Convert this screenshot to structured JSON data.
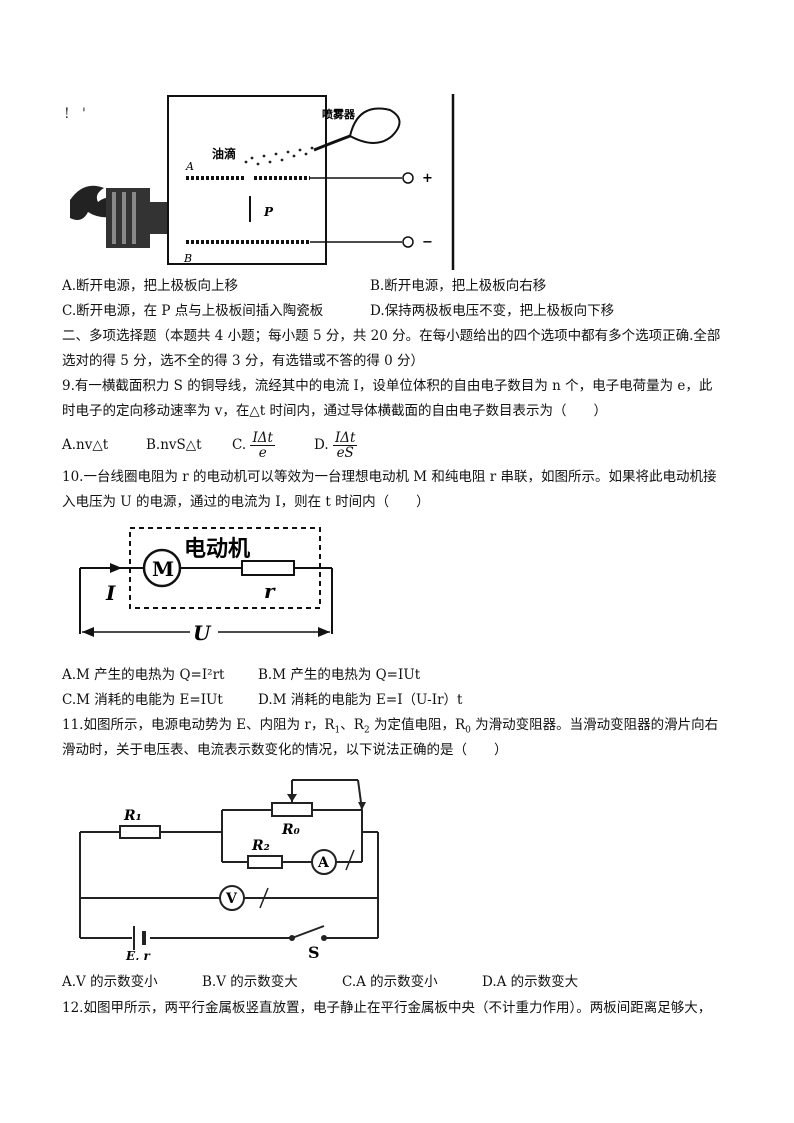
{
  "fig1": {
    "label_sprayer": "喷雾器",
    "label_oil": "油滴",
    "label_a": "A",
    "label_b": "B",
    "label_p": "P",
    "label_plus": "+",
    "label_minus": "−"
  },
  "q8_options": {
    "a": "A.断开电源，把上极板向上移",
    "b": "B.断开电源，把上极板向右移",
    "c": "C.断开电源，在 P 点与上极板间插入陶瓷板",
    "d": "D.保持两极板电压不变，把上极板向下移"
  },
  "section2": {
    "line1": "二、多项选择题（本题共 4 小题；每小题 5 分，共 20 分。在每小题给出的四个选项中都有多个选项正确.全部",
    "line2": "选对的得 5 分，选不全的得 3 分，有选错或不答的得 0 分）"
  },
  "q9": {
    "line1": "9.有一横截面积力 S 的铜导线，流经其中的电流 I，设单位体积的自由电子数目为 n 个，电子电荷量为 e，此",
    "line2": "时电子的定向移动速率为 v，在△t 时间内，通过导体横截面的自由电子数目表示为（　　）",
    "opt_a": "A.nv△t",
    "opt_b": "B.nvS△t",
    "opt_c_label": "C.",
    "opt_c_num": "IΔt",
    "opt_c_den": "e",
    "opt_d_label": "D.",
    "opt_d_num": "IΔt",
    "opt_d_den": "eS"
  },
  "q10": {
    "line1": "10.一台线圈电阻为 r 的电动机可以等效为一台理想电动机 M 和纯电阻 r 串联，如图所示。如果将此电动机接",
    "line2": "入电压为 U 的电源，通过的电流为 I，则在 t 时间内（　　）",
    "fig_title": "电动机",
    "fig_m": "M",
    "fig_r": "r",
    "fig_i": "I",
    "fig_u": "U",
    "opt_a": "A.M 产生的电热为 Q=I²rt",
    "opt_b": "B.M 产生的电热为 Q=IUt",
    "opt_c": "C.M 消耗的电能为 E=IUt",
    "opt_d": "D.M 消耗的电能为 E=I（U-Ir）t"
  },
  "q11": {
    "line1_pre": "11.如图所示，电源电动势为 E、内阻为 r，R",
    "line1_s1": "1",
    "line1_mid": "、R",
    "line1_s2": "2",
    "line1_mid2": " 为定值电阻，R",
    "line1_s0": "0",
    "line1_post": " 为滑动变阻器。当滑动变阻器的滑片向右",
    "line2": "滑动时，关于电压表、电流表示数变化的情况，以下说法正确的是（　　）",
    "fig_r1": "R₁",
    "fig_r0": "R₀",
    "fig_r2": "R₂",
    "fig_a": "A",
    "fig_v": "V",
    "fig_e": "E, r",
    "fig_s": "S",
    "opt_a": "A.V 的示数变小",
    "opt_b": "B.V 的示数变大",
    "opt_c": "C.A 的示数变小",
    "opt_d": "D.A 的示数变大"
  },
  "q12": {
    "line1": "12.如图甲所示，两平行金属板竖直放置，电子静止在平行金属板中央（不计重力作用）。两板间距离足够大，"
  }
}
